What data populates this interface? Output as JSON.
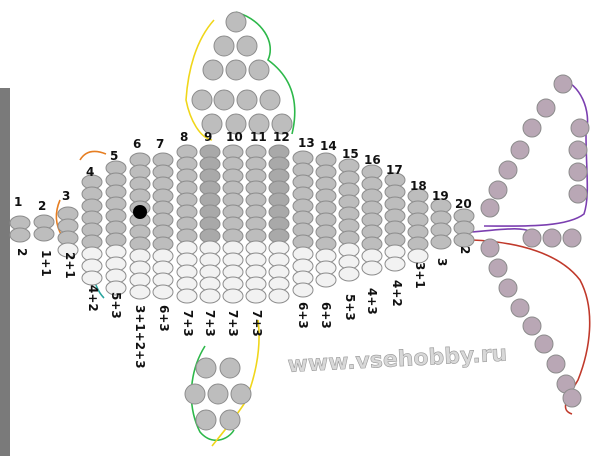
{
  "column_numbers": [
    "1",
    "2",
    "3",
    "4",
    "5",
    "6",
    "7",
    "8",
    "9",
    "10",
    "11",
    "12",
    "13",
    "14",
    "15",
    "16",
    "17",
    "18",
    "19",
    "20"
  ],
  "bottom_counts": [
    "2",
    "1+1",
    "2+1",
    "4+2",
    "5+3",
    "3+1+2+3",
    "6+3",
    "7+3",
    "7+3",
    "7+3",
    "7+3",
    "6+3",
    "6+3",
    "5+3",
    "4+3",
    "4+2",
    "3+1",
    "3",
    "2"
  ],
  "watermark": "www.vsehobby.ru",
  "colors": {
    "bead_gray": "#bdbdbd",
    "bead_white": "#f2f2f2",
    "bead_stroke": "#8c8c8c",
    "tail_bead": "#b9a7b5",
    "eye": "#000000",
    "thread_green": "#2db84a",
    "thread_yellow": "#f0d61a",
    "thread_red": "#c0392b",
    "thread_purple": "#7b3fb0",
    "thread_orange": "#e67e22"
  }
}
